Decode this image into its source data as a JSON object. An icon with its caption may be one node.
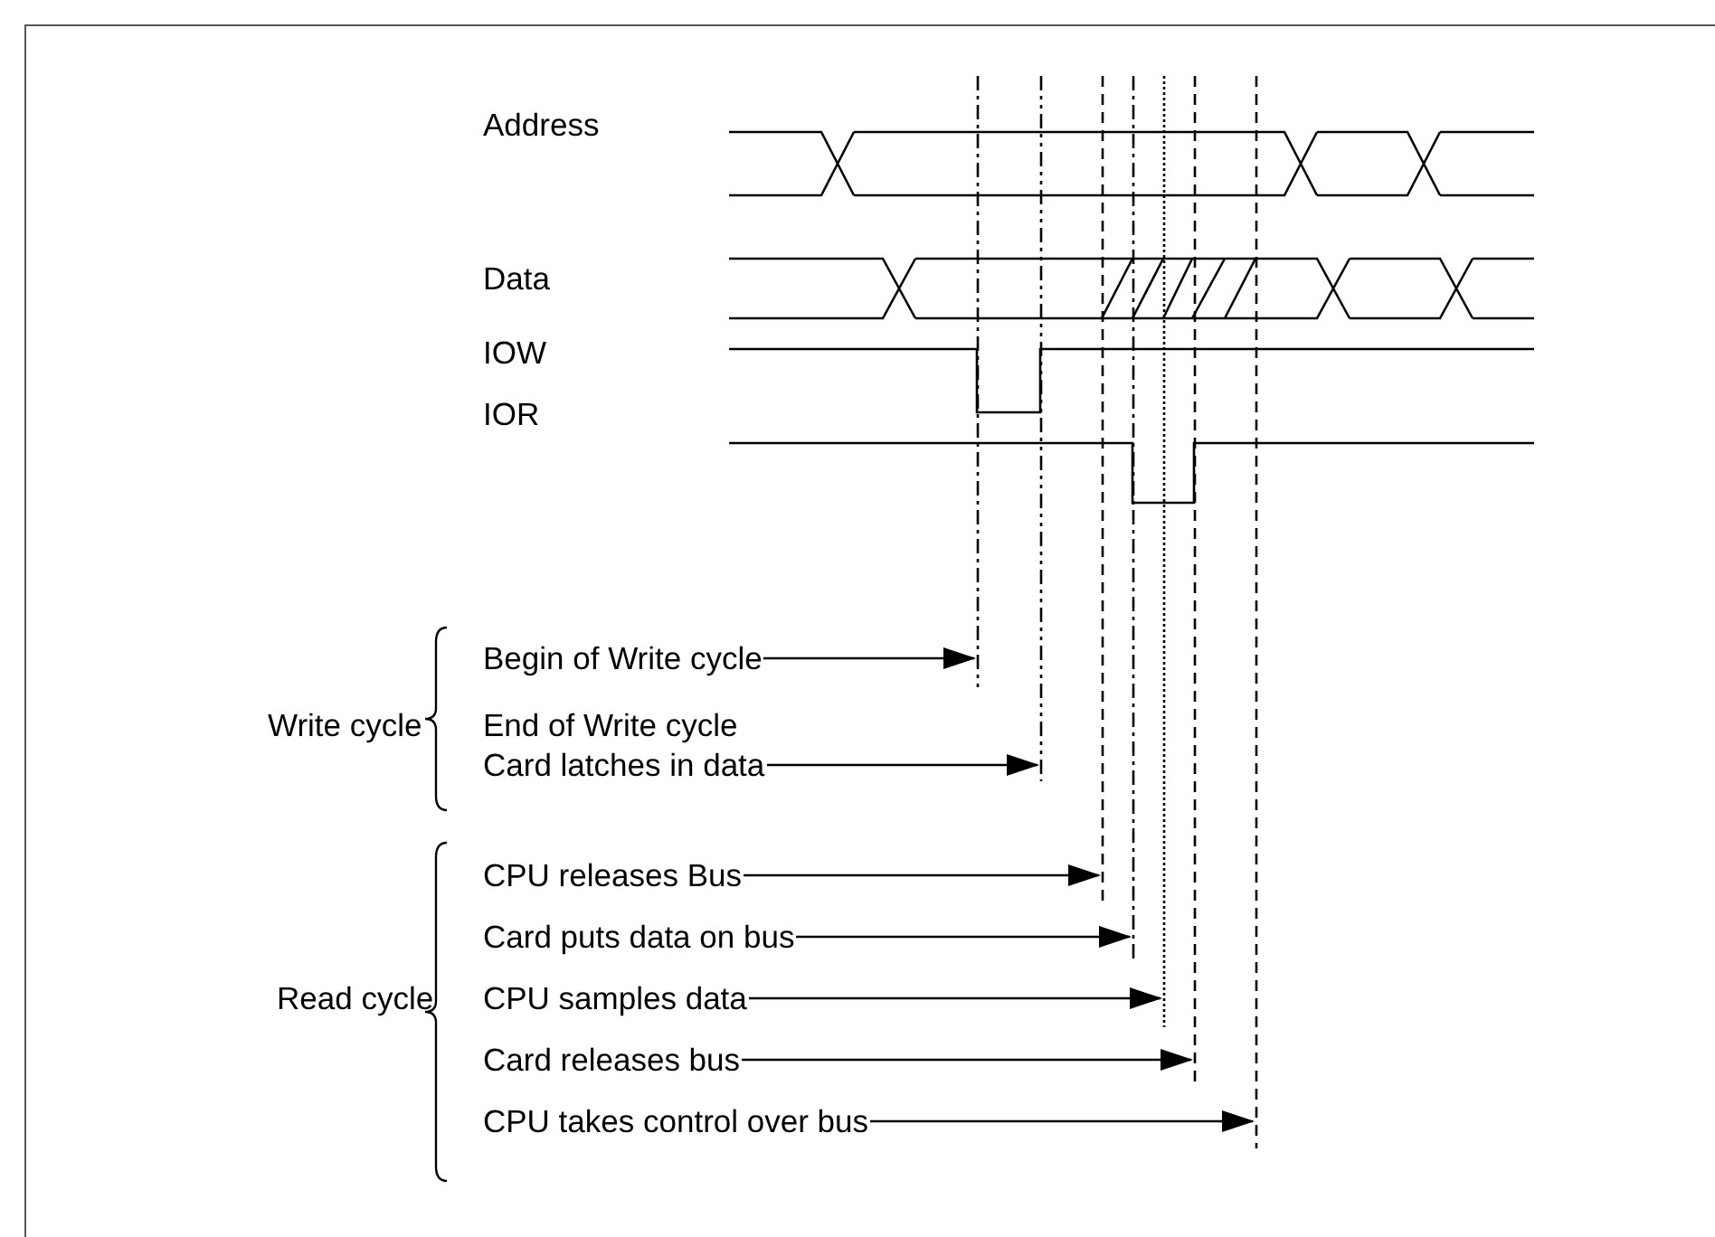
{
  "diagram": {
    "nodes": [
      {
        "text": [
          "Begin of Write cycle"
        ]
      },
      {
        "text": [
          "End of Write cycle",
          "Card latches in data"
        ]
      },
      {
        "text": [
          "CPU releases Bus"
        ]
      },
      {
        "text": [
          "Card puts data on bus"
        ]
      },
      {
        "text": [
          "CPU samples data"
        ]
      },
      {
        "text": [
          "Card releases bus"
        ]
      },
      {
        "text": [
          "CPU takes control over bus"
        ]
      },
      {
        "text": [],
        "shape": "line"
      },
      {
        "text": [],
        "shape": "line"
      },
      {
        "text": [],
        "shape": "line"
      },
      {
        "text": [],
        "shape": "line"
      },
      {
        "text": [],
        "shape": "line"
      },
      {
        "text": [],
        "shape": "line"
      },
      {
        "text": [],
        "shape": "line"
      }
    ],
    "edges": [
      {
        "from": 0,
        "to": 7,
        "arrow": "to"
      },
      {
        "from": 1,
        "to": 8,
        "arrow": "to"
      },
      {
        "from": 2,
        "to": 9,
        "arrow": "to"
      },
      {
        "from": 3,
        "to": 10,
        "arrow": "to"
      },
      {
        "from": 4,
        "to": 11,
        "arrow": "to"
      },
      {
        "from": 5,
        "to": 12,
        "arrow": "to"
      },
      {
        "from": 6,
        "to": 13,
        "arrow": "to"
      }
    ],
    "labels": [
      "Address",
      "Data",
      "IOW",
      "IOR",
      "Write cycle",
      "Read cycle"
    ]
  }
}
